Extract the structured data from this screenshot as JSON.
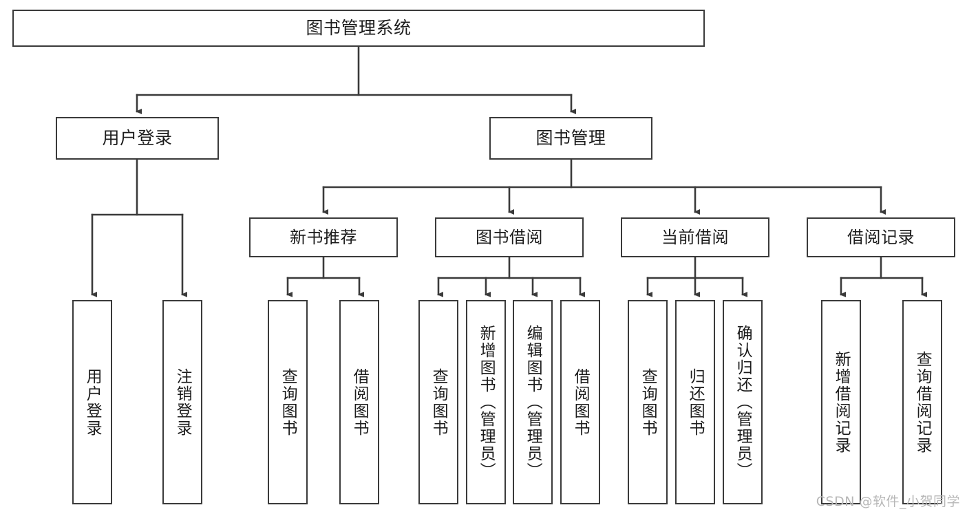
{
  "diagram": {
    "title": "图书管理系统",
    "type": "tree-hierarchy-chart",
    "root": {
      "label": "图书管理系统"
    },
    "branches": [
      {
        "label": "用户登录"
      },
      {
        "label": "图书管理"
      }
    ],
    "subnodes": [
      {
        "label": "新书推荐"
      },
      {
        "label": "图书借阅"
      },
      {
        "label": "当前借阅"
      },
      {
        "label": "借阅记录"
      }
    ],
    "leaves": {
      "user_login": [
        {
          "label": "用户登录"
        },
        {
          "label": "注销登录"
        }
      ],
      "new_book": [
        {
          "label": "查询图书"
        },
        {
          "label": "借阅图书"
        }
      ],
      "book_borrow": [
        {
          "label": "查询图书"
        },
        {
          "label": "新增图书（管理员）"
        },
        {
          "label": "编辑图书（管理员）"
        },
        {
          "label": "借阅图书"
        }
      ],
      "current_borrow": [
        {
          "label": "查询图书"
        },
        {
          "label": "归还图书"
        },
        {
          "label": "确认归还（管理员）"
        }
      ],
      "borrow_record": [
        {
          "label": "新增借阅记录"
        },
        {
          "label": "查询借阅记录"
        }
      ]
    }
  },
  "watermark": {
    "text": "CSDN @软件_小贺同学"
  },
  "colors": {
    "border": "#3a3a3a",
    "line": "#3a3a3a",
    "text": "#1c1c1c",
    "background": "#ffffff",
    "watermark": "#b7b7b7"
  }
}
